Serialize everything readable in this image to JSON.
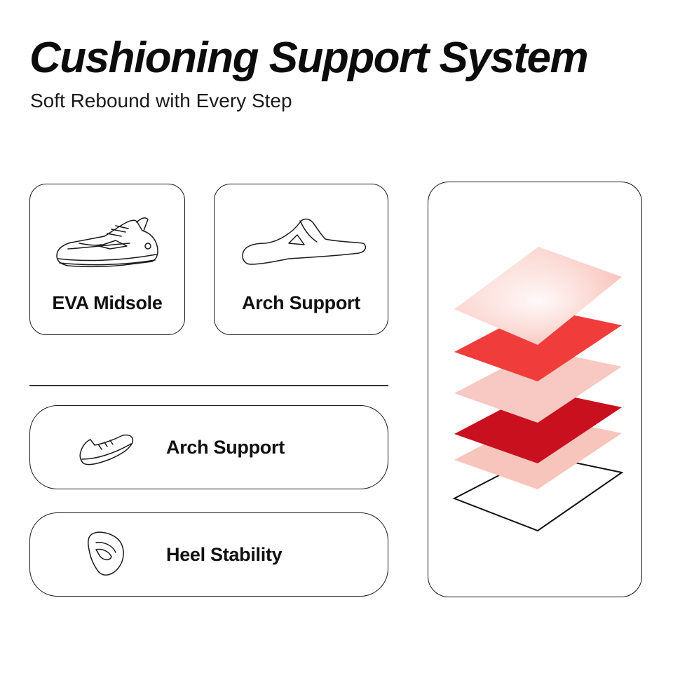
{
  "header": {
    "title": "Cushioning Support System",
    "subtitle": "Soft Rebound with Every Step"
  },
  "feature_cards": [
    {
      "label": "EVA Midsole",
      "icon": "running-shoe-icon"
    },
    {
      "label": "Arch Support",
      "icon": "arch-insole-icon"
    }
  ],
  "feature_rows": [
    {
      "label": "Arch Support",
      "icon": "shoe-outline-icon"
    },
    {
      "label": "Heel Stability",
      "icon": "heel-cup-icon"
    }
  ],
  "layer_stack": {
    "icon": "cushion-layers-illustration",
    "colors": [
      "#ffffff",
      "#f6b8b0",
      "#c8101e",
      "#f7c4bd",
      "#f23b3b",
      "#f8d2cc"
    ]
  }
}
